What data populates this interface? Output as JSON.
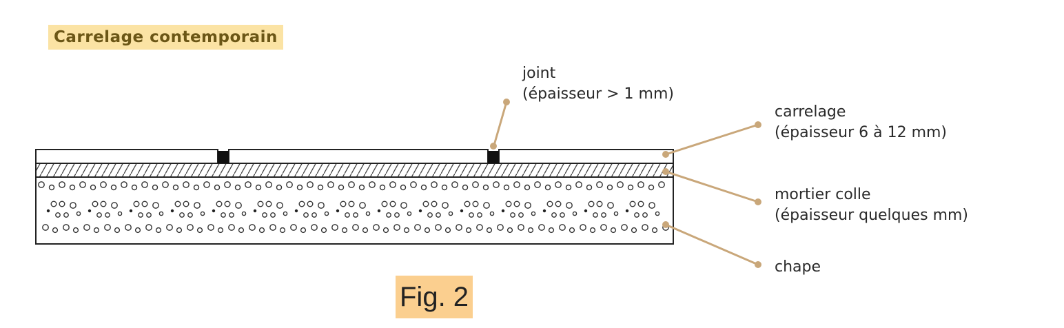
{
  "title": "Carrelage contemporain",
  "caption": "Fig. 2",
  "labels": {
    "joint": {
      "line1": "joint",
      "line2": "(épaisseur > 1 mm)"
    },
    "carrelage": {
      "line1": "carrelage",
      "line2": "(épaisseur 6 à 12 mm)"
    },
    "mortier": {
      "line1": "mortier colle",
      "line2": "(épaisseur quelques mm)"
    },
    "chape": {
      "line1": "chape"
    }
  },
  "colors": {
    "title_bg": "#fbe3a4",
    "title_text": "#6b5616",
    "caption_bg": "#fbcf8f",
    "leader": "#c9a77a",
    "outline": "#222222"
  }
}
